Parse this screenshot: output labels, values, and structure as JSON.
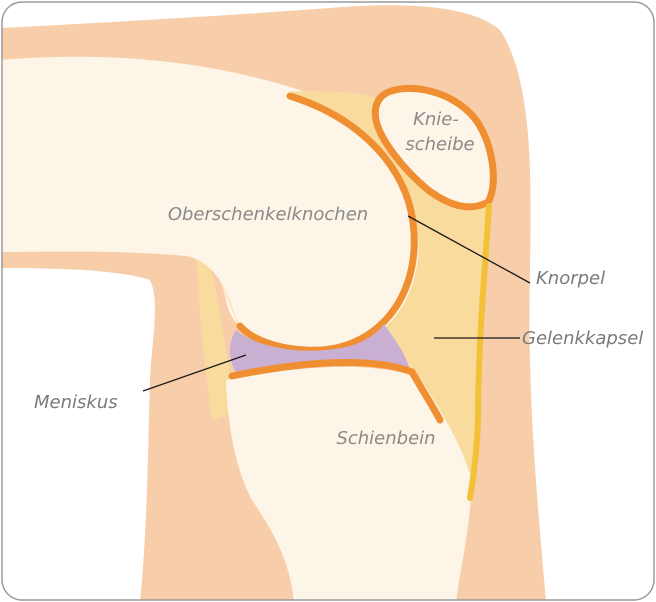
{
  "labels": {
    "patella_line1": "Knie-",
    "patella_line2": "scheibe",
    "femur": "Oberschenkelknochen",
    "cartilage": "Knorpel",
    "joint_capsule": "Gelenkkapsel",
    "meniscus": "Meniskus",
    "tibia": "Schienbein"
  },
  "colors": {
    "frame_border": "#9a9a9a",
    "skin": "#f7cdaa",
    "bone": "#fdf5e7",
    "capsule_fluid": "#fadb9e",
    "cartilage": "#ef8f32",
    "capsule_edge": "#f2c137",
    "meniscus": "#c9b0d2",
    "leader_line": "#1a1a1a",
    "label_text": "#7a7a7a"
  }
}
